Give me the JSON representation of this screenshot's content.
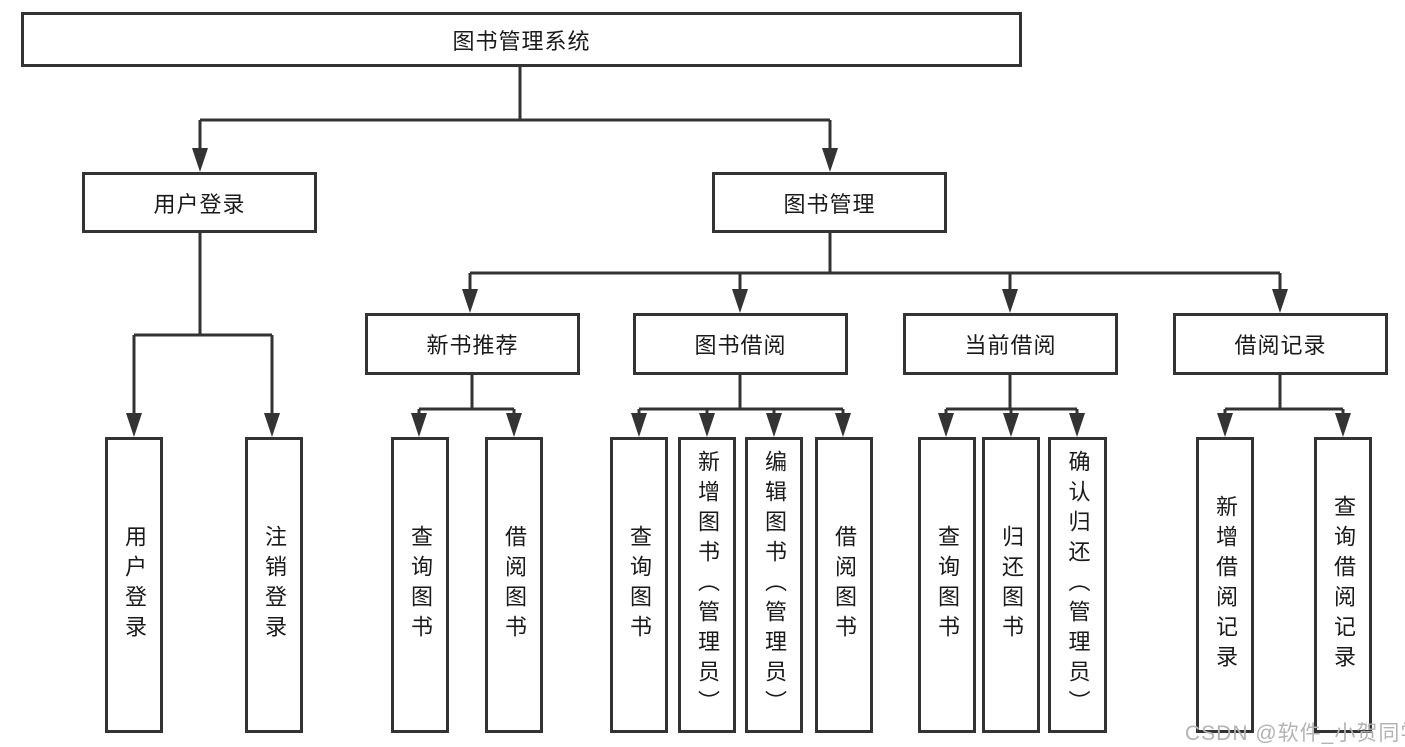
{
  "diagram": {
    "root": {
      "label": "图书管理系统"
    },
    "branches": [
      {
        "label": "用户登录",
        "children": [
          {
            "label": "用户登录"
          },
          {
            "label": "注销登录"
          }
        ]
      },
      {
        "label": "图书管理",
        "children": [
          {
            "label": "新书推荐",
            "children": [
              {
                "label": "查询图书"
              },
              {
                "label": "借阅图书"
              }
            ]
          },
          {
            "label": "图书借阅",
            "children": [
              {
                "label": "查询图书"
              },
              {
                "label": "新增图书（管理员）"
              },
              {
                "label": "编辑图书（管理员）"
              },
              {
                "label": "借阅图书"
              }
            ]
          },
          {
            "label": "当前借阅",
            "children": [
              {
                "label": "查询图书"
              },
              {
                "label": "归还图书"
              },
              {
                "label": "确认归还（管理员）"
              }
            ]
          },
          {
            "label": "借阅记录",
            "children": [
              {
                "label": "新增借阅记录"
              },
              {
                "label": "查询借阅记录"
              }
            ]
          }
        ]
      }
    ]
  },
  "watermark": {
    "text": "CSDN @软件_小贺同学"
  },
  "colors": {
    "line": "#333333",
    "text": "#1a1a1a",
    "box_background": "#ffffff",
    "page_background": "#ffffff",
    "watermark": "#b3b3b3"
  }
}
